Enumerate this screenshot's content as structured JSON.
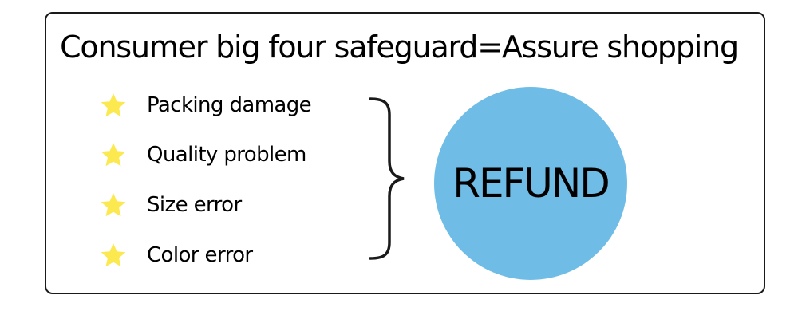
{
  "title": "Consumer big four safeguard=Assure shopping",
  "issues": [
    {
      "label": "Packing damage",
      "icon": "star-icon"
    },
    {
      "label": "Quality problem",
      "icon": "star-icon"
    },
    {
      "label": "Size error",
      "icon": "star-icon"
    },
    {
      "label": "Color error",
      "icon": "star-icon"
    }
  ],
  "result": {
    "label": "REFUND"
  },
  "colors": {
    "star": "#fce94f",
    "circle": "#6fbde6",
    "border": "#1a1a1a",
    "text": "#000000"
  }
}
